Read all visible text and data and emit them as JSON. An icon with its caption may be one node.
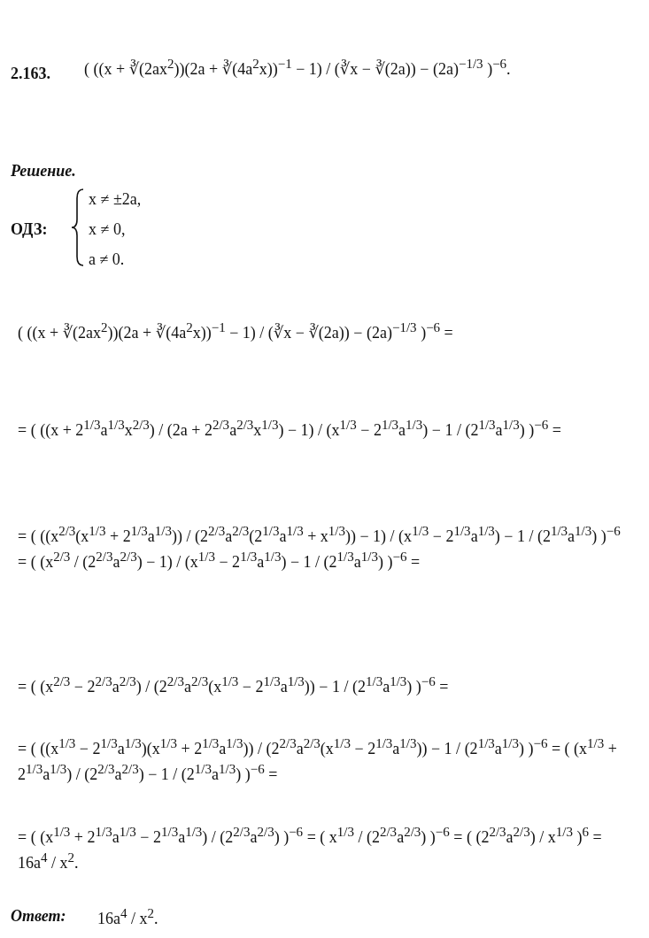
{
  "diagram": {
    "labels": [
      "2.163.",
      "( ((x + ∛(2ax$^{2}$))(2a + ∛(4a$^{2}$x))$^{−1}$ − 1) / (∛x − ∛(2a)) − (2a)$^{−1/3}$ )$^{−6}$.",
      "Решение.",
      "ОДЗ:",
      "x ≠ ±2a,",
      "x ≠ 0,",
      "a ≠ 0.",
      "( ((x + ∛(2ax$^{2}$))(2a + ∛(4a$^{2}$x))$^{−1}$ − 1) / (∛x − ∛(2a)) − (2a)$^{−1/3}$ )$^{−6}$ =",
      "= ( ((x + 2$^{1/3}$a$^{1/3}$x$^{2/3}$) / (2a + 2$^{2/3}$a$^{2/3}$x$^{1/3}$) − 1) / (x$^{1/3}$ − 2$^{1/3}$a$^{1/3}$) − 1 / (2$^{1/3}$a$^{1/3}$) )$^{−6}$ =",
      "= ( ((x$^{2/3}$(x$^{1/3}$ + 2$^{1/3}$a$^{1/3}$)) / (2$^{2/3}$a$^{2/3}$(2$^{1/3}$a$^{1/3}$ + x$^{1/3}$)) − 1) / (x$^{1/3}$ − 2$^{1/3}$a$^{1/3}$) − 1 / (2$^{1/3}$a$^{1/3}$) )$^{−6}$ = ( (x$^{2/3}$ / (2$^{2/3}$a$^{2/3}$) − 1) / (x$^{1/3}$ − 2$^{1/3}$a$^{1/3}$) − 1 / (2$^{1/3}$a$^{1/3}$) )$^{−6}$ =",
      "= ( (x$^{2/3}$ − 2$^{2/3}$a$^{2/3}$) / (2$^{2/3}$a$^{2/3}$(x$^{1/3}$ − 2$^{1/3}$a$^{1/3}$)) − 1 / (2$^{1/3}$a$^{1/3}$) )$^{−6}$ =",
      "= ( ((x$^{1/3}$ − 2$^{1/3}$a$^{1/3}$)(x$^{1/3}$ + 2$^{1/3}$a$^{1/3}$)) / (2$^{2/3}$a$^{2/3}$(x$^{1/3}$ − 2$^{1/3}$a$^{1/3}$)) − 1 / (2$^{1/3}$a$^{1/3}$) )$^{−6}$ = ( (x$^{1/3}$ + 2$^{1/3}$a$^{1/3}$) / (2$^{2/3}$a$^{2/3}$) − 1 / (2$^{1/3}$a$^{1/3}$) )$^{−6}$ =",
      "= ( (x$^{1/3}$ + 2$^{1/3}$a$^{1/3}$ − 2$^{1/3}$a$^{1/3}$) / (2$^{2/3}$a$^{2/3}$) )$^{−6}$ = ( x$^{1/3}$ / (2$^{2/3}$a$^{2/3}$) )$^{−6}$ = ( (2$^{2/3}$a$^{2/3}$) / x$^{1/3}$ )$^{6}$ = 16a$^{4}$ / x$^{2}$.",
      "Ответ:",
      "16a$^{4}$ / x$^{2}$."
    ]
  }
}
